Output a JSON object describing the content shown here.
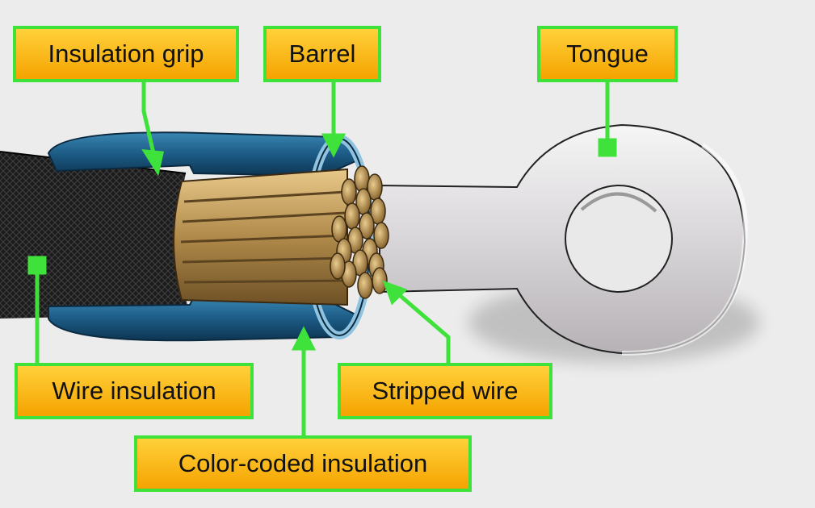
{
  "labels": {
    "insulation_grip": "Insulation grip",
    "barrel": "Barrel",
    "tongue": "Tongue",
    "wire_insulation": "Wire insulation",
    "stripped_wire": "Stripped wire",
    "color_coded_insulation": "Color-coded insulation"
  },
  "colors": {
    "callout_fill": "#f5a300",
    "callout_border": "#3fe23a",
    "leader_line": "#3fe23a",
    "sleeve_blue": "#1f5f8a",
    "terminal_metal": "#d9d6d9",
    "copper_strand": "#b08a4a",
    "wire_jacket": "#1b1b1b"
  }
}
